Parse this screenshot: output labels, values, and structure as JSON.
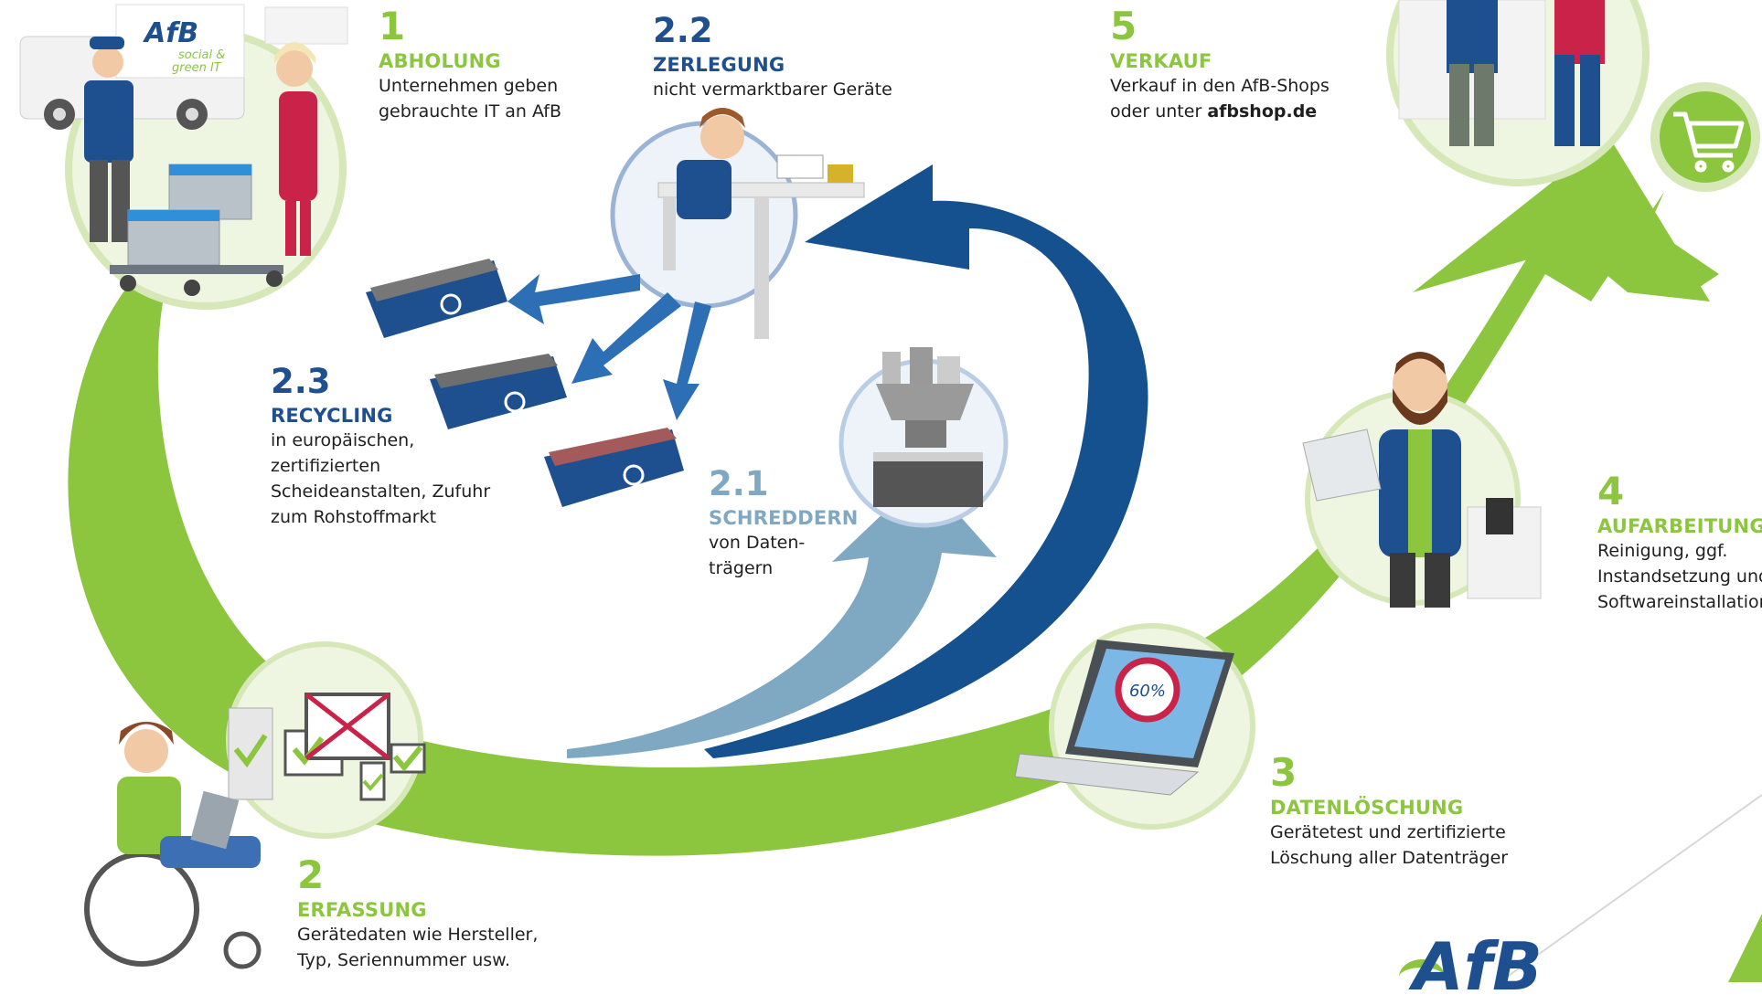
{
  "colors": {
    "green": "#8cc63f",
    "dark_blue": "#1e4f8f",
    "light_blue": "#7fa8c2",
    "text": "#1f1f1f"
  },
  "steps": {
    "abholung": {
      "number": "1",
      "title": "ABHOLUNG",
      "lines": [
        "Unternehmen geben",
        "gebrauchte IT an AfB"
      ]
    },
    "erfassung": {
      "number": "2",
      "title": "ERFASSUNG",
      "lines": [
        "Gerätedaten wie Hersteller,",
        "Typ, Seriennummer usw."
      ]
    },
    "schreddern": {
      "number": "2.1",
      "title": "SCHREDDERN",
      "lines": [
        "von Daten-",
        "trägern"
      ]
    },
    "zerlegung": {
      "number": "2.2",
      "title": "ZERLEGUNG",
      "lines": [
        "nicht vermarktbarer Geräte"
      ]
    },
    "recycling": {
      "number": "2.3",
      "title": "RECYCLING",
      "lines": [
        "in europäischen,",
        "zertifizierten",
        "Scheideanstalten, Zufuhr",
        "zum Rohstoffmarkt"
      ]
    },
    "datenloeschung": {
      "number": "3",
      "title": "DATENLÖSCHUNG",
      "lines": [
        "Gerätetest und zertifizierte",
        "Löschung aller Datenträger"
      ]
    },
    "aufarbeitung": {
      "number": "4",
      "title": "AUFARBEITUNG",
      "lines": [
        "Reinigung, ggf.",
        "Instandsetzung und",
        "Softwareinstallation"
      ]
    },
    "verkauf": {
      "number": "5",
      "title": "VERKAUF",
      "line1": "Verkauf in den AfB-Shops",
      "line2_prefix": "oder unter ",
      "line2_bold": "afbshop.de"
    }
  },
  "logos": {
    "van_logo": "AfB",
    "van_logo_sub1": "social &",
    "van_logo_sub2": "green IT",
    "footer_logo": "AfB"
  },
  "laptop_progress": {
    "label": "60%",
    "value": 0.6
  },
  "icons": [
    "shopping-cart-icon",
    "recycle-icon",
    "checkmark-icon",
    "cross-icon"
  ]
}
